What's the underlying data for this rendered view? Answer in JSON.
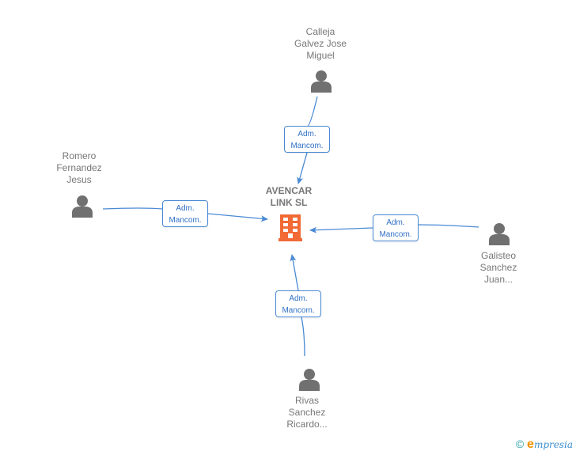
{
  "diagram": {
    "center": {
      "name": "AVENCAR\nLINK SL",
      "icon": "building-icon",
      "color": "#f26a35"
    },
    "colors": {
      "edge": "#4a8ad4",
      "person_icon": "#707070",
      "label_text": "#777777",
      "role_text": "#2f6fc4"
    },
    "people": [
      {
        "id": "top",
        "name": "Calleja\nGalvez Jose\nMiguel",
        "role_line1": "Adm.",
        "role_line2": "Mancom."
      },
      {
        "id": "left",
        "name": "Romero\nFernandez\nJesus",
        "role_line1": "Adm.",
        "role_line2": "Mancom."
      },
      {
        "id": "right",
        "name": "Galisteo\nSanchez\nJuan...",
        "role_line1": "Adm.",
        "role_line2": "Mancom."
      },
      {
        "id": "bottom",
        "name": "Rivas\nSanchez\nRicardo...",
        "role_line1": "Adm.",
        "role_line2": "Mancom."
      }
    ]
  },
  "footer": {
    "copyright_symbol": "©",
    "brand_first": "e",
    "brand_rest": "mpresia"
  }
}
